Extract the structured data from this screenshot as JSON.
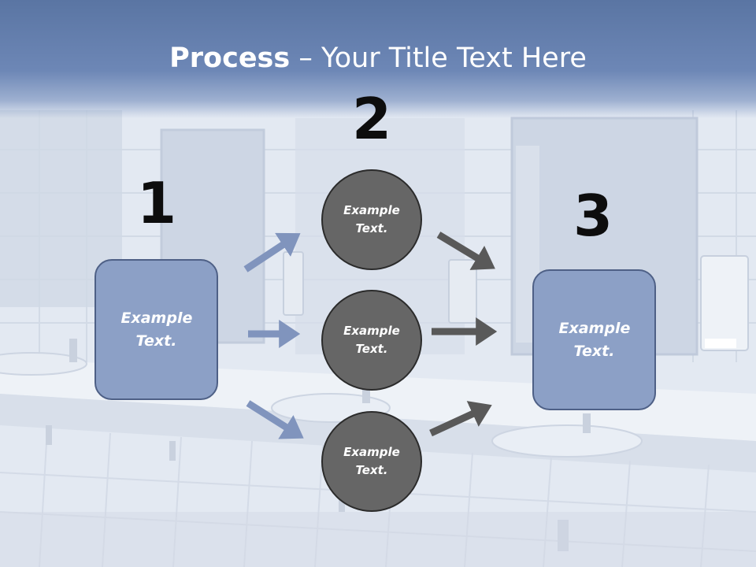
{
  "slide": {
    "title_bold": "Process",
    "title_rest": " – Your Title Text Here"
  },
  "diagram": {
    "step1": {
      "number": "1",
      "text": "Example Text."
    },
    "step2": {
      "number": "2",
      "items": [
        {
          "text": "Example Text."
        },
        {
          "text": "Example Text."
        },
        {
          "text": "Example Text."
        }
      ]
    },
    "step3": {
      "number": "3",
      "text": "Example Text."
    }
  },
  "colors": {
    "title_band": "#5a75a3",
    "box_fill": "#8ca0c6",
    "box_border": "#4e6086",
    "circle_fill": "#666666",
    "arrow_blue": "#8094bd",
    "arrow_gray": "#595959",
    "number_text": "#0d0d0d"
  }
}
